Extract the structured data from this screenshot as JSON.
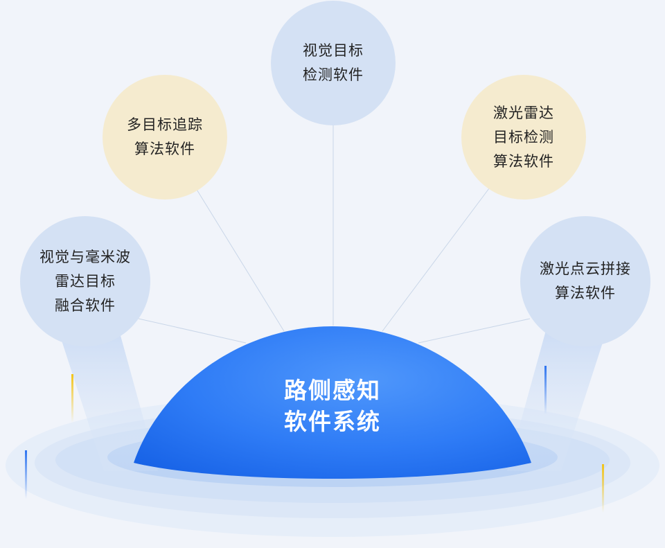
{
  "center": {
    "lines": [
      "路侧感知",
      "软件系统"
    ]
  },
  "nodes": {
    "visual": [
      "视觉目标",
      "检测软件"
    ],
    "multi_object_tracking": [
      "多目标追踪",
      "算法软件"
    ],
    "lidar_detection": [
      "激光雷达",
      "目标检测",
      "算法软件"
    ],
    "fusion": [
      "视觉与毫米波",
      "雷达目标",
      "融合软件"
    ],
    "point_cloud_stitching": [
      "激光点云拼接",
      "算法软件"
    ]
  },
  "colors": {
    "background": "#f1f4fa",
    "dome": "#2f7cf6",
    "bubble_blue": "#d4e1f4",
    "bubble_cream": "#f5ebcf",
    "accent_yellow": "#f2c418",
    "accent_blue": "#2d74f0"
  }
}
